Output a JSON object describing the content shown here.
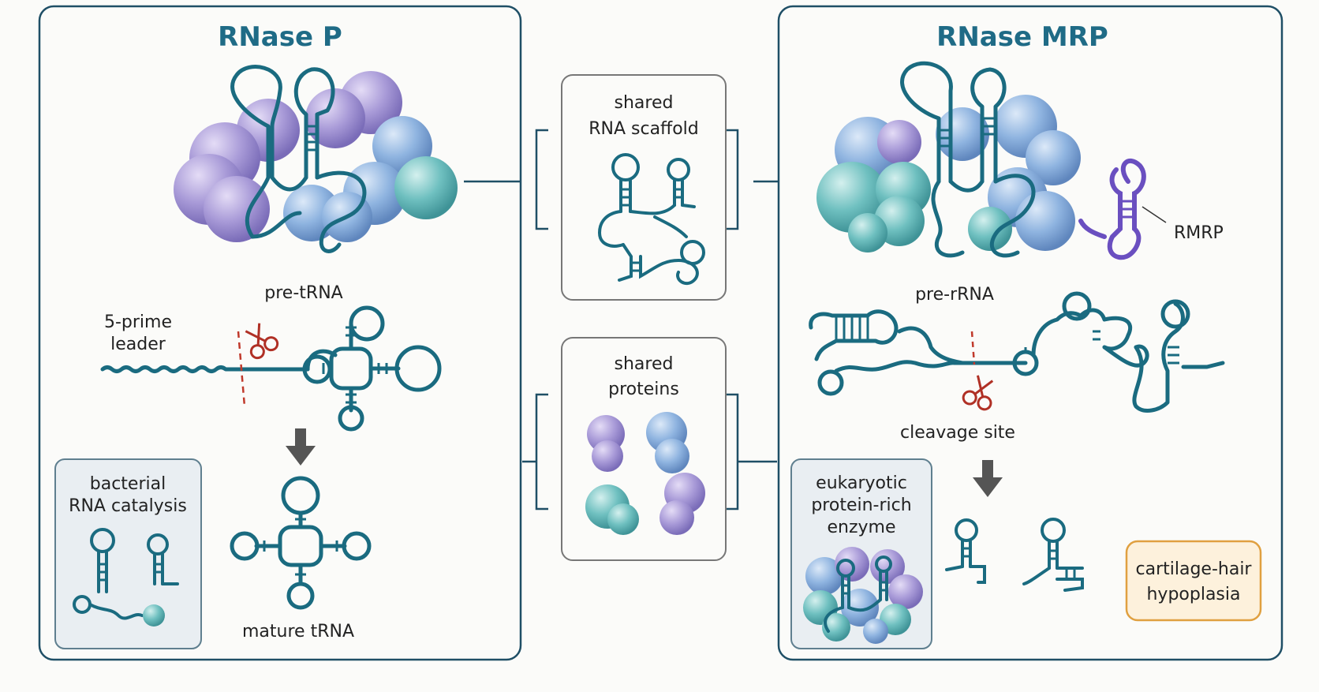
{
  "left_panel": {
    "title": "RNase P",
    "substrate_label": "pre-tRNA",
    "leader_label": [
      "5-prime",
      "leader"
    ],
    "product_label": "mature tRNA",
    "inset_label": [
      "bacterial",
      "RNA catalysis"
    ]
  },
  "center": {
    "scaffold_label": [
      "shared",
      "RNA scaffold"
    ],
    "proteins_label": [
      "shared",
      "proteins"
    ]
  },
  "right_panel": {
    "title": "RNase MRP",
    "rna_callout": "RMRP",
    "substrate_label": "pre-rRNA",
    "cleavage_label": "cleavage site",
    "inset_label": [
      "eukaryotic",
      "protein-rich",
      "enzyme"
    ],
    "disease_label": [
      "cartilage-hair",
      "hypoplasia"
    ]
  },
  "colors": {
    "frame": "#1f4f66",
    "title": "#1f6b86",
    "rna": "#1a6b80",
    "rmrp": "#6a4fc0",
    "cut_marker": "#c0392b",
    "protein_purple": "#a99bd8",
    "protein_blue": "#8fb4e0",
    "protein_teal": "#6fc0c0",
    "disease_box_border": "#e0a040",
    "disease_box_fill": "#fdf1dc",
    "inset_fill": "#e9eef2"
  }
}
